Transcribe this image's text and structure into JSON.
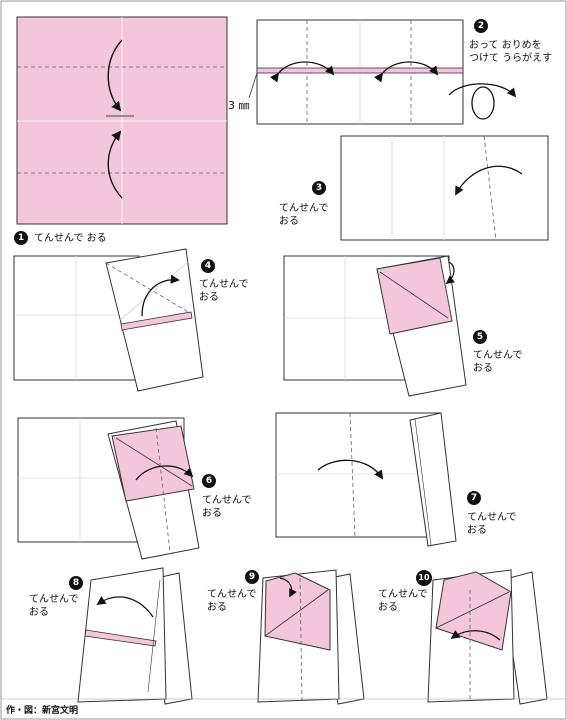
{
  "steps": [
    {
      "num": "1",
      "text": "てんせんで おる"
    },
    {
      "num": "2",
      "text_line1": "おって おりめを",
      "text_line2": "つけて うらがえす"
    },
    {
      "num": "3",
      "text_line1": "てんせんで",
      "text_line2": "おる"
    },
    {
      "num": "4",
      "text_line1": "てんせんで",
      "text_line2": "おる"
    },
    {
      "num": "5",
      "text_line1": "てんせんで",
      "text_line2": "おる"
    },
    {
      "num": "6",
      "text_line1": "てんせんで",
      "text_line2": "おる"
    },
    {
      "num": "7",
      "text_line1": "てんせんで",
      "text_line2": "おる"
    },
    {
      "num": "8",
      "text_line1": "てんせんで",
      "text_line2": "おる"
    },
    {
      "num": "9",
      "text_line1": "てんせんで",
      "text_line2": "おる"
    },
    {
      "num": "10",
      "text_line1": "てんせんで",
      "text_line2": "おる"
    }
  ],
  "measure_label": "3 ㎜",
  "credit": "作・図：新宮文明",
  "colors": {
    "paper_pink": "#f4c6dc",
    "paper_white": "#ffffff",
    "line": "#222222",
    "crease": "#bbbbbb"
  }
}
